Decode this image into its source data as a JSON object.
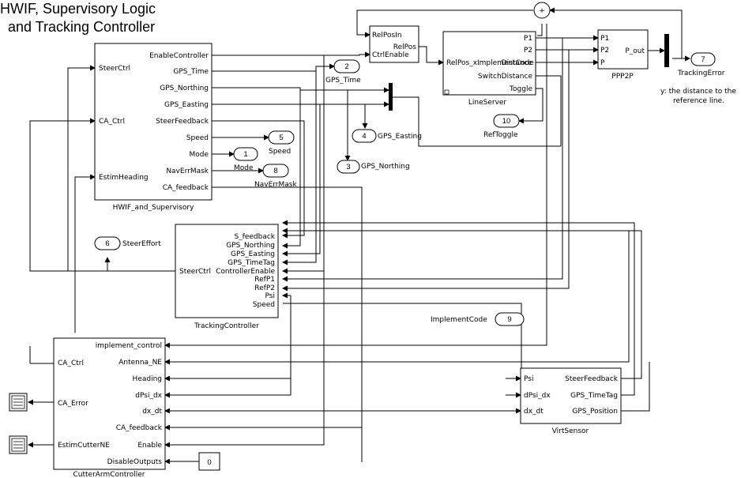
{
  "title": {
    "line1": "HWIF, Supervisory Logic",
    "line2": "and Tracking Controller"
  },
  "hwif": {
    "name": "HWIF_and_Supervisory",
    "inputs": [
      "SteerCtrl",
      "CA_Ctrl",
      "EstimHeading"
    ],
    "outputs": [
      "EnableController",
      "GPS_Time",
      "GPS_Northing",
      "GPS_Easting",
      "SteerFeedback",
      "Speed",
      "Mode",
      "NavErrMask",
      "CA_feedback"
    ]
  },
  "tracking": {
    "name": "TrackingController",
    "output": "SteerCtrl",
    "inputs": [
      "S_feedback",
      "GPS_Northing",
      "GPS_Easting",
      "GPS_TimeTag",
      "ControllerEnable",
      "RefP1",
      "RefP2",
      "Psi",
      "Speed"
    ]
  },
  "cutter": {
    "name": "CutterArmController",
    "outputs_left": [
      "CA_Ctrl",
      "CA_Error",
      "EstimCutterNE"
    ],
    "inputs": [
      "implement_control",
      "Antenna_NE",
      "Heading",
      "dPsi_dx",
      "dx_dt",
      "CA_feedback",
      "Enable",
      "DisableOutputs"
    ]
  },
  "lineserver": {
    "name": "LineServer",
    "outputs": [
      "P1",
      "P2",
      "Distance",
      "Toggle"
    ],
    "input": "RelPos_xImplementCode",
    "switch": "SwitchDistance"
  },
  "relpos": {
    "inputs": [
      "RelPosIn",
      "CtrlEnable"
    ],
    "output": "RelPos"
  },
  "ppp2p": {
    "name": "PPP2P",
    "inputs": [
      "P1",
      "P2",
      "P"
    ],
    "output": "P_out"
  },
  "virtsensor": {
    "name": "VirtSensor",
    "inputs": [
      "Psi",
      "dPsi_dx",
      "dx_dt"
    ],
    "outputs": [
      "SteerFeedback",
      "GPS_TimeTag",
      "GPS_Position"
    ]
  },
  "outports": [
    {
      "num": "1",
      "label": "Mode"
    },
    {
      "num": "2",
      "label": "GPS_Time"
    },
    {
      "num": "3",
      "label": "GPS_Northing"
    },
    {
      "num": "4",
      "label": "GPS_Easting"
    },
    {
      "num": "5",
      "label": "Speed"
    },
    {
      "num": "6",
      "label": "SteerEffort"
    },
    {
      "num": "7",
      "label": "TrackingError"
    },
    {
      "num": "8",
      "label": "NavErrMask"
    },
    {
      "num": "9",
      "label": "ImplementCode"
    },
    {
      "num": "10",
      "label": "RefToggle"
    }
  ],
  "constant": "0",
  "annotation": {
    "line1": "y: the distance to the",
    "line2": "reference line."
  }
}
